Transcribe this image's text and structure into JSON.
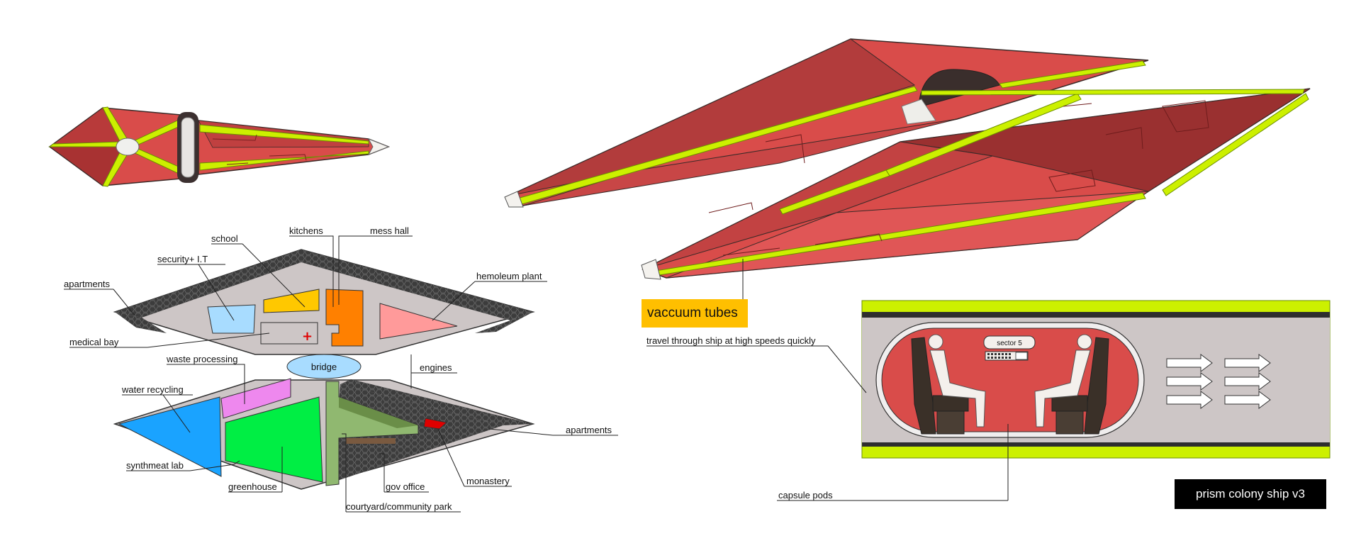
{
  "colors": {
    "hull_red": "#d94c4a",
    "hull_dark": "#8c2a2a",
    "neon": "#ccf000",
    "deck_grey": "#cdc6c6",
    "hex_dark": "#3c3c3c",
    "apartments_blue": "#1aa3ff",
    "greenhouse": "#00ee44",
    "waste": "#ee88ee",
    "security": "#a8dcff",
    "school": "#ffc800",
    "kitchens": "#ff8000",
    "hemoleum": "#ff9a9a",
    "bridge": "#a8dcff",
    "courtyard": "#90b870",
    "monastery": "#e00000"
  },
  "labels": {
    "school": "school",
    "security_it": "security+ I.T",
    "apartments_top": "apartments",
    "kitchens": "kitchens",
    "mess_hall": "mess hall",
    "hemoleum_plant": "hemoleum plant",
    "medical_bay": "medical bay",
    "waste_processing": "waste processing",
    "bridge": "bridge",
    "engines": "engines",
    "water_recycling": "water recycling",
    "apartments_bottom": "apartments",
    "synthmeat_lab": "synthmeat lab",
    "greenhouse": "greenhouse",
    "gov_office": "gov office",
    "monastery": "monastery",
    "courtyard": "courtyard/community park",
    "vaccuum_tubes": "vaccuum tubes",
    "travel_note": "travel through ship at high speeds quickly",
    "sector": "sector 5",
    "capsule_pods": "capsule pods",
    "title": "prism colony ship v3"
  }
}
